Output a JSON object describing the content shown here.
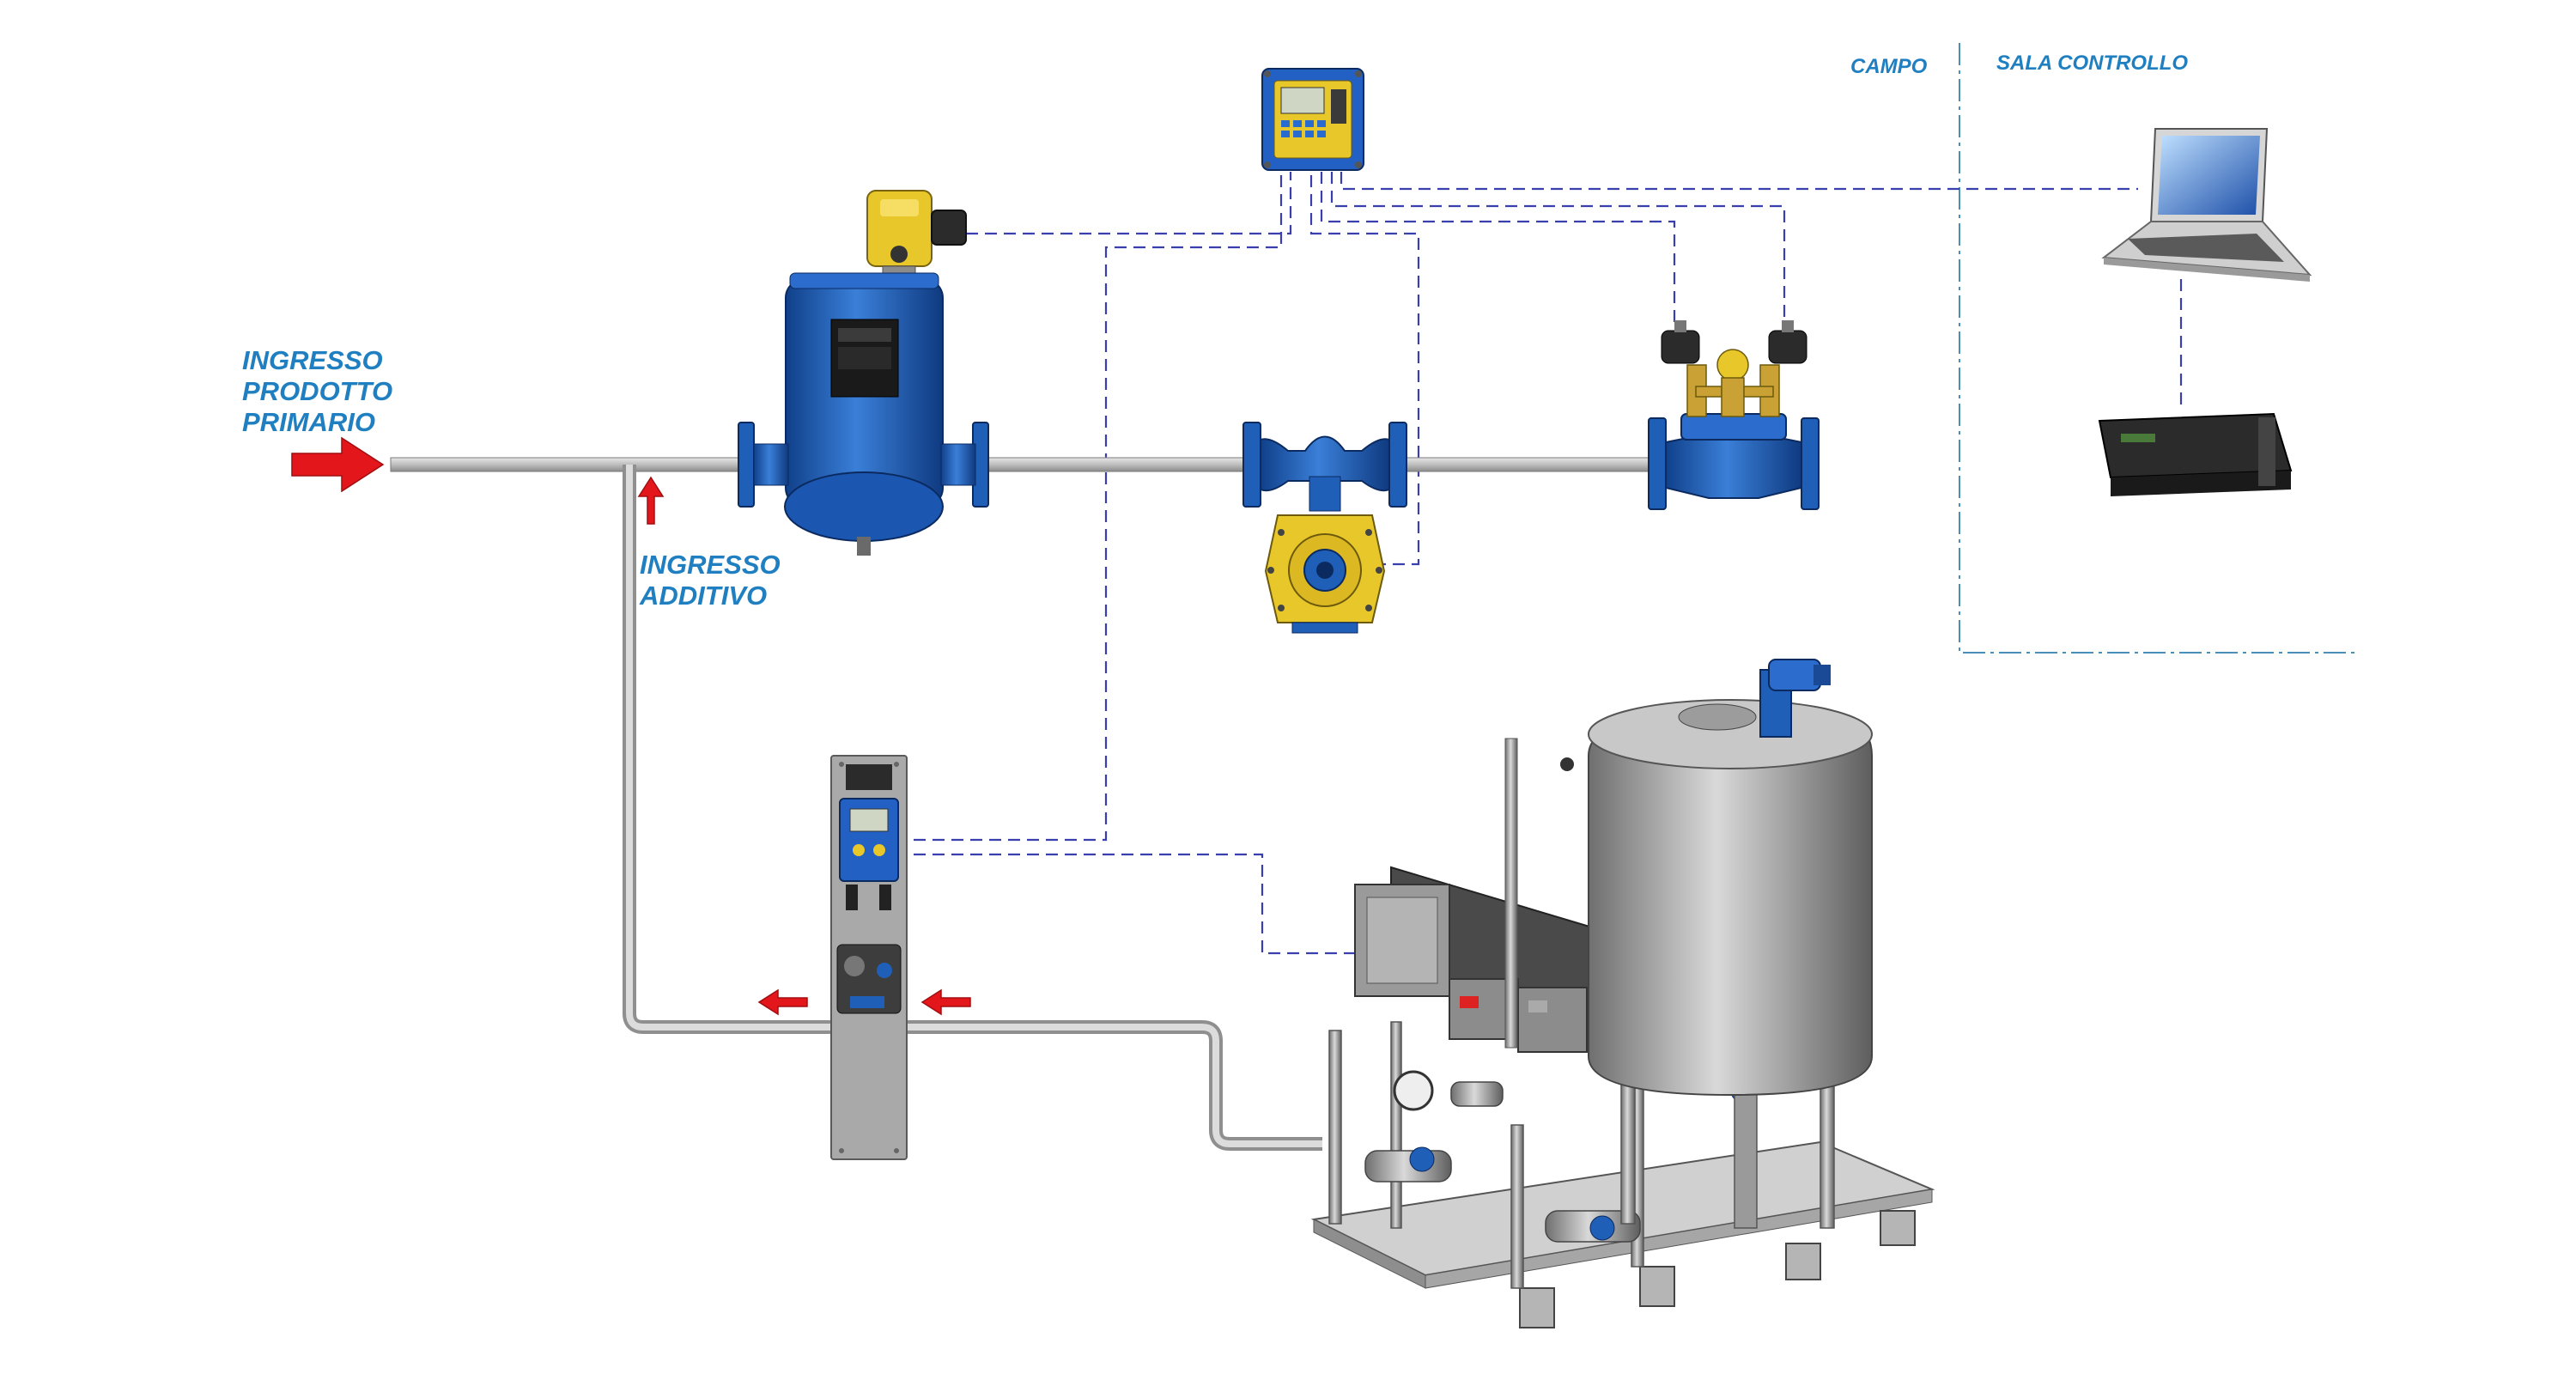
{
  "labels": {
    "primary_inlet": [
      "INGRESSO",
      "PRODOTTO",
      "PRIMARIO"
    ],
    "additive_inlet": [
      "INGRESSO",
      "ADDITIVO"
    ],
    "zone_field": "CAMPO",
    "zone_control_room": "SALA CONTROLLO"
  },
  "colors": {
    "label": "#1f7fc0",
    "signal_line": "#3a3fae",
    "flow_arrow": "#e3171b",
    "equipment_blue": "#1f5fb8",
    "equipment_yellow": "#e7c72a",
    "steel": "#9c9c9c"
  }
}
